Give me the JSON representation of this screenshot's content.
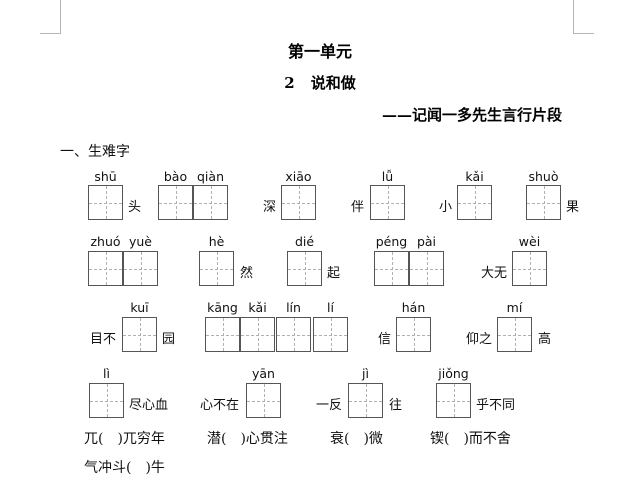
{
  "unit_title": "第一单元",
  "lesson": {
    "number": "2",
    "title": "说和做"
  },
  "subtitle": "——记闻一多先生言行片段",
  "section_title": "一、生难字",
  "row1": {
    "pinyin": [
      "shū",
      "bào",
      "qiàn",
      "xiāo",
      "lǚ",
      "kǎi",
      "shuò"
    ],
    "chars": [
      "头",
      "深",
      "伴",
      "小",
      "果"
    ]
  },
  "row2": {
    "pinyin": [
      "zhuó",
      "yuè",
      "hè",
      "dié",
      "péng",
      "pài",
      "wèi"
    ],
    "chars": [
      "然",
      "起",
      "大无"
    ]
  },
  "row3": {
    "pinyin": [
      "kuī",
      "kāng",
      "kǎi",
      "lín",
      "lí",
      "hán",
      "mí"
    ],
    "chars": [
      "目不",
      "园",
      "信",
      "仰之",
      "高"
    ]
  },
  "row4": {
    "pinyin": [
      "lì",
      "yān",
      "jì",
      "jiǒng"
    ],
    "chars": [
      "尽心血",
      "心不在",
      "一反",
      "往",
      "乎不同"
    ]
  },
  "bottom": [
    "兀(　)兀穷年",
    "潜(　)心贯注",
    "衰(　)微",
    "锲(　)而不舍",
    "气冲斗(　)牛"
  ]
}
